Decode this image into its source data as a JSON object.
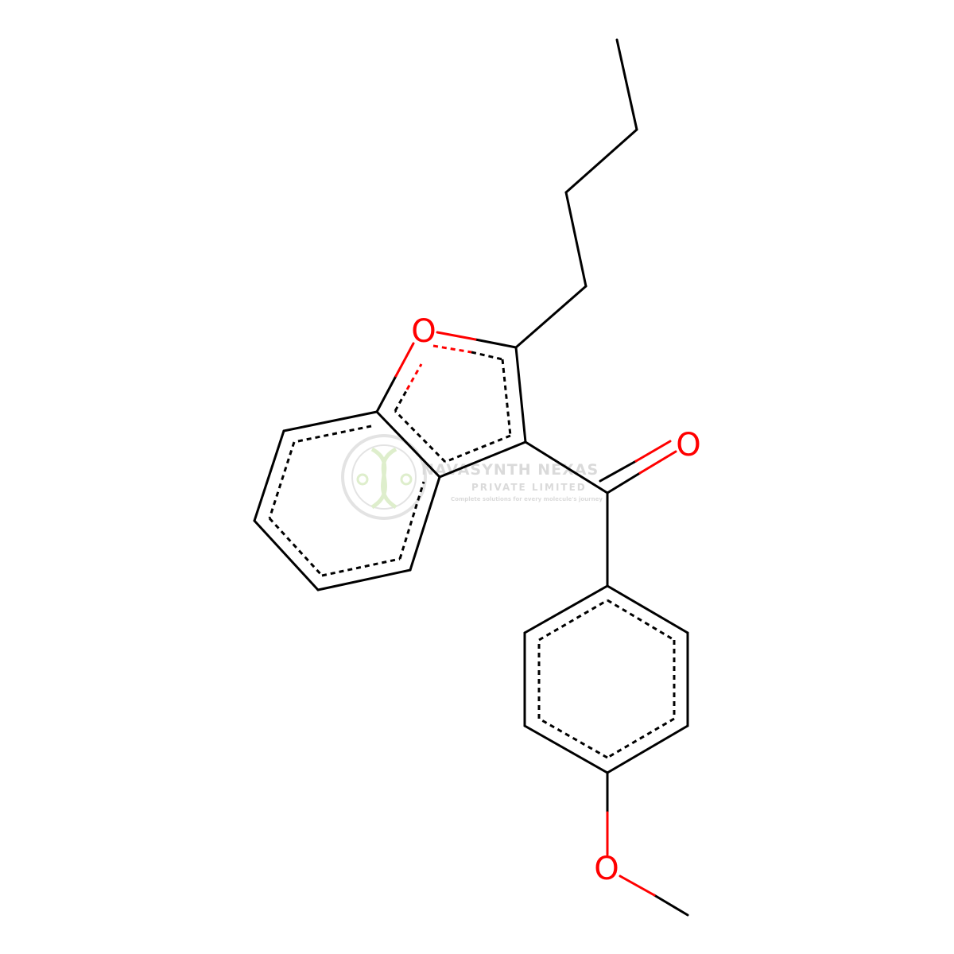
{
  "molecule": {
    "atoms": {
      "o_ring": "O",
      "o_ketone": "O",
      "o_methoxy": "O"
    }
  },
  "watermark": {
    "company": "NAVASYNTH NEXAS",
    "entity": "PRIVATE LIMITED",
    "tagline": "Complete solutions for every molecule's journey"
  },
  "colors": {
    "bond": "#000000",
    "oxygen": "#ff0000",
    "watermark": "#9e9e9e",
    "watermark_accent": "#8bc34a"
  }
}
